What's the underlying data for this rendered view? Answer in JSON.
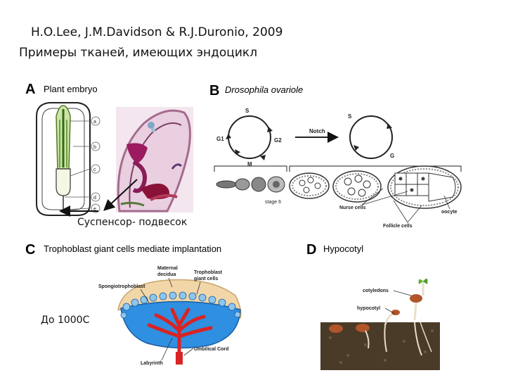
{
  "citation": "H.O.Lee, J.M.Davidson & R.J.Duronio, 2009",
  "title": "Примеры тканей, имеющих эндоцикл",
  "panels": {
    "a": {
      "letter": "A",
      "title": "Plant embryo",
      "labels": [
        "a",
        "b",
        "c",
        "d",
        "e"
      ]
    },
    "b": {
      "letter": "B",
      "title": "Drosophila ovariole",
      "cycle1": {
        "s": "S",
        "g1": "G1",
        "g2": "G2",
        "m": "M"
      },
      "notch": "Notch",
      "cycle2": {
        "s": "S",
        "g": "G"
      },
      "stage": "stage 6",
      "nurse_cells": "Nurse cells",
      "follicle_cells": "Follicle cells",
      "oocyte": "oocyte"
    },
    "c": {
      "letter": "C",
      "title": "Trophoblast giant cells mediate implantation",
      "maternal_decidua": [
        "Maternal",
        "decidua"
      ],
      "trophoblast_giant_cells": [
        "Trophoblast",
        "giant cells"
      ],
      "spongiotrophoblast": "Spongiotrophoblast",
      "umbilical_cord": "Umbilical Cord",
      "labyrinth": "Labyrinth"
    },
    "d": {
      "letter": "D",
      "title": "Hypocotyl",
      "cotyledons": "cotyledons",
      "hypocotyl": "hypocotyl"
    }
  },
  "overlays": {
    "suspensor": "Суспенсор- подвесок",
    "up_to_1000c": "До 1000С"
  }
}
